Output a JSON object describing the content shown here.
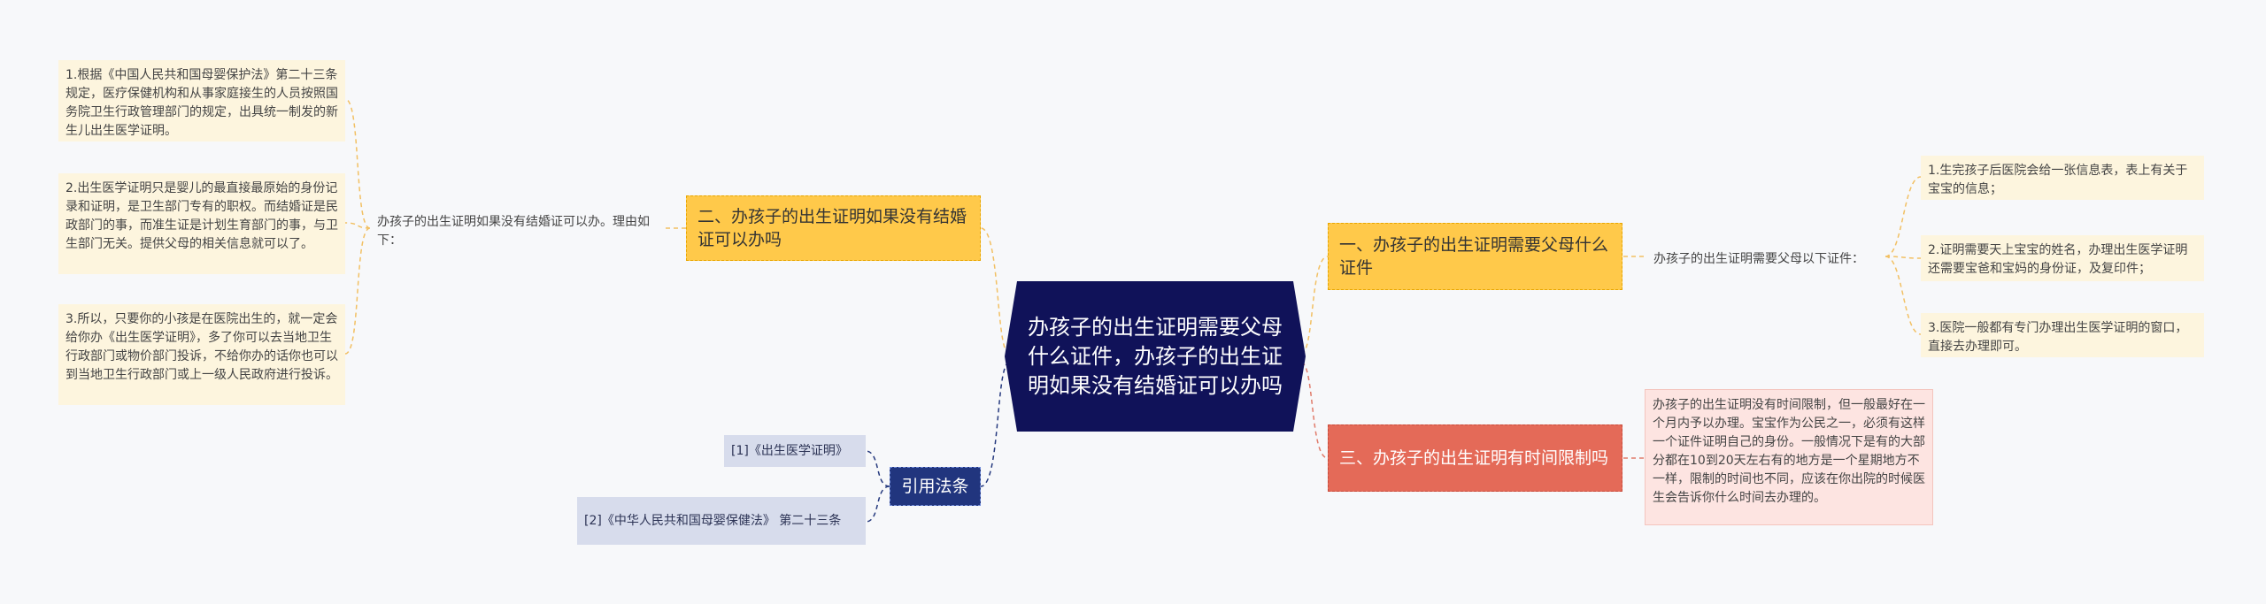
{
  "center": {
    "title": "办孩子的出生证明需要父母什么证件，办孩子的出生证明如果没有结婚证可以办吗"
  },
  "branches": {
    "b1": {
      "label": "一、办孩子的出生证明需要父母什么证件"
    },
    "b2": {
      "label": "二、办孩子的出生证明如果没有结婚证可以办吗"
    },
    "b3": {
      "label": "三、办孩子的出生证明有时间限制吗"
    },
    "b4": {
      "label": "引用法条"
    }
  },
  "leaves": {
    "b1_intro": "办孩子的出生证明需要父母以下证件：",
    "b1_1": "1.生完孩子后医院会给一张信息表，表上有关于宝宝的信息；",
    "b1_2": "2.证明需要天上宝宝的姓名，办理出生医学证明还需要宝爸和宝妈的身份证，及复印件；",
    "b1_3": "3.医院一般都有专门办理出生医学证明的窗口，直接去办理即可。",
    "b2_intro": "办孩子的出生证明如果没有结婚证可以办。理由如下：",
    "b2_1": "1.根据《中国人民共和国母婴保护法》第二十三条规定，医疗保健机构和从事家庭接生的人员按照国务院卫生行政管理部门的规定，出具统一制发的新生儿出生医学证明。",
    "b2_2": "2.出生医学证明只是婴儿的最直接最原始的身份记录和证明，是卫生部门专有的职权。而结婚证是民政部门的事，而准生证是计划生育部门的事，与卫生部门无关。提供父母的相关信息就可以了。",
    "b2_3": "3.所以，只要你的小孩是在医院出生的，就一定会给你办《出生医学证明》，多了你可以去当地卫生行政部门或物价部门投诉，不给你办的话你也可以到当地卫生行政部门或上一级人民政府进行投诉。",
    "b3_1": "办孩子的出生证明没有时间限制，但一般最好在一个月内予以办理。宝宝作为公民之一，必须有这样一个证件证明自己的身份。一般情况下是有的大部分都在10到20天左右有的地方是一个星期地方不一样，限制的时间也不同，应该在你出院的时候医生会告诉你什么时间去办理的。",
    "ref_1": "[1]《出生医学证明》",
    "ref_2": "[2]《中华人民共和国母婴保健法》 第二十三条"
  },
  "colors": {
    "center": "#101259",
    "branch_yellow": "#ffc94a",
    "branch_red": "#e46a58",
    "branch_navy": "#21357e",
    "leaf_cream": "#fdf5de",
    "leaf_pink": "#fde4e1",
    "leaf_ref": "#d7dcec",
    "connector_yellow": "#f2c063",
    "connector_red": "#e07b6a",
    "connector_navy": "#25397e"
  }
}
